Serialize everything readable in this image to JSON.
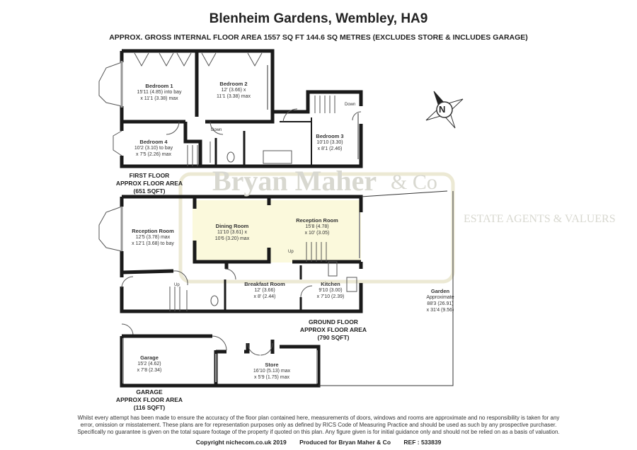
{
  "header": {
    "title": "Blenheim Gardens, Wembley, HA9",
    "subtitle": "APPROX. GROSS INTERNAL FLOOR AREA 1557 SQ FT 144.6 SQ METRES (EXCLUDES STORE & INCLUDES GARAGE)"
  },
  "first_floor": {
    "area_lines": [
      "FIRST FLOOR",
      "APPROX FLOOR AREA",
      "(651 SQFT)"
    ],
    "rooms": [
      {
        "name": "Bedroom 1",
        "dims": [
          "15'11 (4.85) into bay",
          "x 11'1 (3.38) max"
        ]
      },
      {
        "name": "Bedroom 2",
        "dims": [
          "12' (3.66) x",
          "11'1 (3.38) max"
        ]
      },
      {
        "name": "Bedroom 4",
        "dims": [
          "10'2 (3.10) to bay",
          "x 7'5 (2.26) max"
        ]
      },
      {
        "name": "Bedroom 3",
        "dims": [
          "10'10 (3.30)",
          "x 8'1 (2.46)"
        ]
      }
    ],
    "stair_labels": [
      "Down",
      "Down"
    ]
  },
  "ground_floor": {
    "area_lines": [
      "GROUND FLOOR",
      "APPROX FLOOR AREA",
      "(790 SQFT)"
    ],
    "rooms": [
      {
        "name": "Reception Room",
        "dims": [
          "12'5 (3.78) max",
          "x 12'1 (3.68) to bay"
        ]
      },
      {
        "name": "Dining Room",
        "dims": [
          "11'10 (3.61) x",
          "10'6 (3.20) max"
        ]
      },
      {
        "name": "Reception Room",
        "dims": [
          "15'8 (4.78)",
          "x 10' (3.05)"
        ]
      },
      {
        "name": "Breakfast Room",
        "dims": [
          "12' (3.66)",
          "x 8' (2.44)"
        ]
      },
      {
        "name": "Kitchen",
        "dims": [
          "9'10 (3.00)",
          "x 7'10 (2.39)"
        ]
      },
      {
        "name": "Garden",
        "dims": [
          "Approximate",
          "88'3 (26.91)",
          "x 31'4 (9.56)"
        ]
      }
    ],
    "stair_labels": [
      "Up",
      "Up"
    ]
  },
  "garage_floor": {
    "area_lines": [
      "GARAGE",
      "APPROX FLOOR AREA",
      "(116 SQFT)"
    ],
    "rooms": [
      {
        "name": "Garage",
        "dims": [
          "15'2 (4.62)",
          "x 7'8 (2.34)"
        ]
      },
      {
        "name": "Store",
        "dims": [
          "16'10 (5.13) max",
          "x 5'9 (1.75) max"
        ]
      }
    ]
  },
  "compass": {
    "label": "N"
  },
  "watermark": {
    "line1": "Bryan Maher",
    "line2": "& Co",
    "line3": "ESTATE AGENTS & VALUERS"
  },
  "disclaimer": [
    "Whilst every attempt has been made to ensure the accuracy of the floor plan contained here, measurements of doors, windows and rooms are approximate and no responsibility is taken for any",
    "error, omission or misstatement. These plans are for representation purposes only as defined by RICS Code of Measuring Practice and should be used as such by any prospective purchaser.",
    "Specifically no guarantee is given on the total square footage of the property if quoted on this plan. Any figure given is for initial guidance only and should not be relied on as a basis of valuation."
  ],
  "footer": {
    "copyright": "Copyright nichecom.co.uk 2019",
    "produced": "Produced for Bryan Maher & Co",
    "ref": "REF :  533839"
  },
  "colors": {
    "wall": "#1a1a1a",
    "watermark_fill": "#fbf9dc",
    "watermark_border": "#e6e3c8"
  }
}
